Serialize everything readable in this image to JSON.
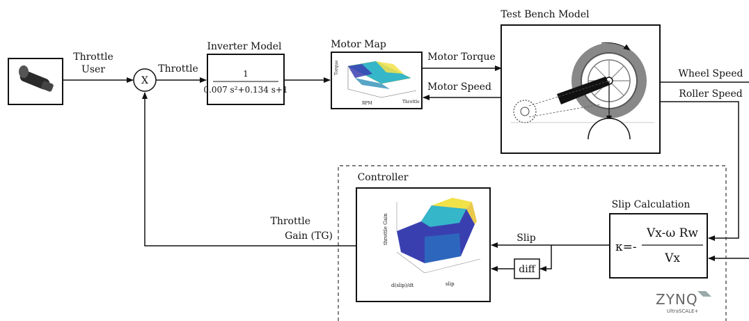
{
  "labels": {
    "throttle_user_1": "Throttle",
    "throttle_user_2": "User",
    "sum_symbol": "X",
    "throttle": "Throttle",
    "inverter_title": "Inverter Model",
    "tf_numerator": "1",
    "tf_denominator": "0.007 s²+0.134 s+1",
    "motor_map_title": "Motor Map",
    "motor_map_z": "Torque",
    "motor_map_x": "RPM",
    "motor_map_y": "Throttle",
    "motor_torque": "Motor Torque",
    "motor_speed": "Motor Speed",
    "test_bench_title": "Test Bench Model",
    "wheel_speed": "Wheel Speed",
    "roller_speed": "Roller Speed",
    "controller_title": "Controller",
    "controller_z": "throttle Gain",
    "controller_x": "d(slip)/dt",
    "controller_y": "slip",
    "throttle_gain_1": "Throttle",
    "throttle_gain_2": "Gain (TG)",
    "slip": "Slip",
    "diff": "diff",
    "slip_calc_title": "Slip Calculation",
    "kappa": "κ=-",
    "formula_num": "Vx-ω Rw",
    "formula_den": "Vx",
    "zynq": "ZYNQ",
    "ultrascale": "UltraSCALE+"
  },
  "colors": {
    "line": "#111111",
    "dashed_region": "#333333",
    "surface_low": "#3a3fb0",
    "surface_mid": "#35b6c9",
    "surface_high": "#f2e24a"
  }
}
